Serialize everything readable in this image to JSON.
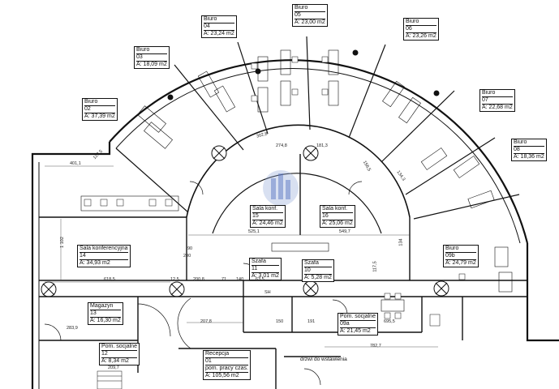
{
  "rooms": [
    {
      "id": "biuro-02",
      "title": "Biuro",
      "num": "02",
      "area": "A: 37,39 m2"
    },
    {
      "id": "biuro-03",
      "title": "Biuro",
      "num": "03",
      "area": "A: 18,09 m2"
    },
    {
      "id": "biuro-04",
      "title": "Biuro",
      "num": "04",
      "area": "A: 23,24 m2"
    },
    {
      "id": "biuro-05",
      "title": "Biuro",
      "num": "05",
      "area": "A: 23,00 m2"
    },
    {
      "id": "biuro-06",
      "title": "Biuro",
      "num": "06",
      "area": "A: 23,26 m2"
    },
    {
      "id": "biuro-07",
      "title": "Biuro",
      "num": "07",
      "area": "A: 22,68 m2"
    },
    {
      "id": "biuro-08",
      "title": "Biuro",
      "num": "08",
      "area": "A: 18,36 m2"
    },
    {
      "id": "biuro-09b",
      "title": "Biuro",
      "num": "09b",
      "area": "A: 24,79 m2"
    },
    {
      "id": "sala-15",
      "title": "Sala konf.",
      "num": "15",
      "area": "A: 24,46 m2"
    },
    {
      "id": "sala-16",
      "title": "Sala konf.",
      "num": "16",
      "area": "A: 25,06 m2"
    },
    {
      "id": "sala-14",
      "title": "Sala konferencyjna",
      "num": "14",
      "area": "A: 34,93 m2"
    },
    {
      "id": "szafa-11",
      "title": "Szafa",
      "num": "11",
      "area": "A: 3,01 m2"
    },
    {
      "id": "szafa-10",
      "title": "Szafa",
      "num": "10",
      "area": "A: 5,28 m2"
    },
    {
      "id": "magazyn-13",
      "title": "Magazyn",
      "num": "13",
      "area": "A: 16,30 m2"
    },
    {
      "id": "pom-12",
      "title": "Pom. socjalne",
      "num": "12",
      "area": "A: 8,34 m2"
    },
    {
      "id": "pom-09a",
      "title": "Pom. socjalne",
      "num": "09a",
      "area": "A: 21,45 m2"
    },
    {
      "id": "recepcja-01",
      "title": "Recepcja",
      "num": "01",
      "sub": "pom. pracy czas.",
      "area": "A: 105,56 m2"
    }
  ],
  "dimensions": {
    "d401": "401,1",
    "d1102": "1 102",
    "d525": "525,1",
    "d549": "549,7",
    "d618": "618,5",
    "d2008": "200,8",
    "d1202": "12,5",
    "d90a": "90",
    "d200a": "200",
    "d71": "71",
    "d140": "140",
    "d635": "63,5",
    "d2078": "207,8",
    "d150": "150",
    "d191": "191",
    "d695": "695,5",
    "d7827": "782,7",
    "d2839": "283,9",
    "d2097": "209,7",
    "d3028": "302,8",
    "d2748": "274,8",
    "d1813": "181,3",
    "d1275": "127,5",
    "d1565": "156,5",
    "d1343": "134,3",
    "d134": "134",
    "d1175": "117,5"
  },
  "notes": {
    "door": "drzwi do wstawienia",
    "sh": "SH"
  }
}
